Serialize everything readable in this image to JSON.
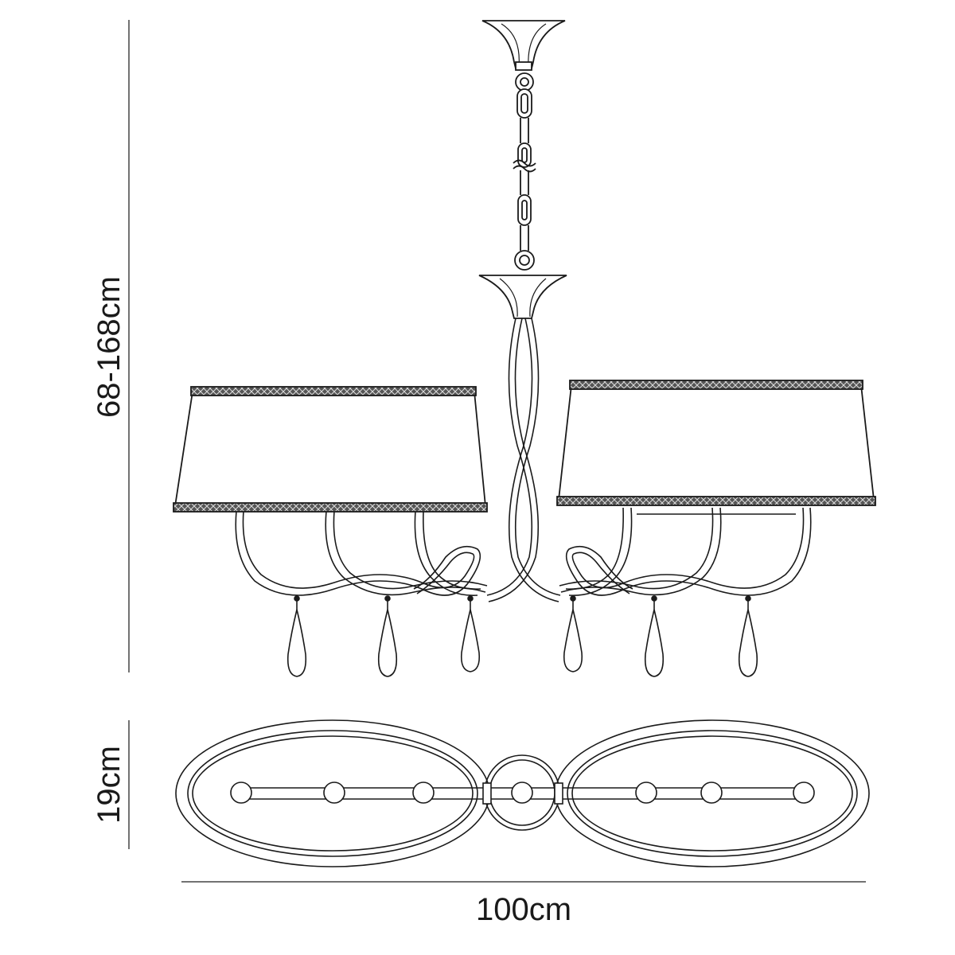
{
  "dimensions": {
    "height_label": "68-168cm",
    "depth_label": "19cm",
    "width_label": "100cm"
  },
  "colors": {
    "line": "#1a1a1a",
    "fill": "#ffffff",
    "dim_line": "#444444"
  }
}
